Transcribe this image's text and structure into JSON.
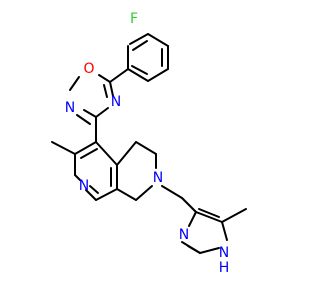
{
  "structure": {
    "atoms": {
      "fluorine": "F",
      "oxadiazole_o": "O",
      "oxadiazole_n_upper": "N",
      "oxadiazole_n_lower": "N",
      "pyridine_n": "N",
      "piperidine_n": "N",
      "imidazole_n_upper": "N",
      "imidazole_nh": "N",
      "imidazole_h": "H"
    },
    "colors": {
      "fluorine": "#33cc33",
      "oxygen": "#ff0000",
      "nitrogen": "#0000ff",
      "carbon_bond": "#000000"
    }
  }
}
